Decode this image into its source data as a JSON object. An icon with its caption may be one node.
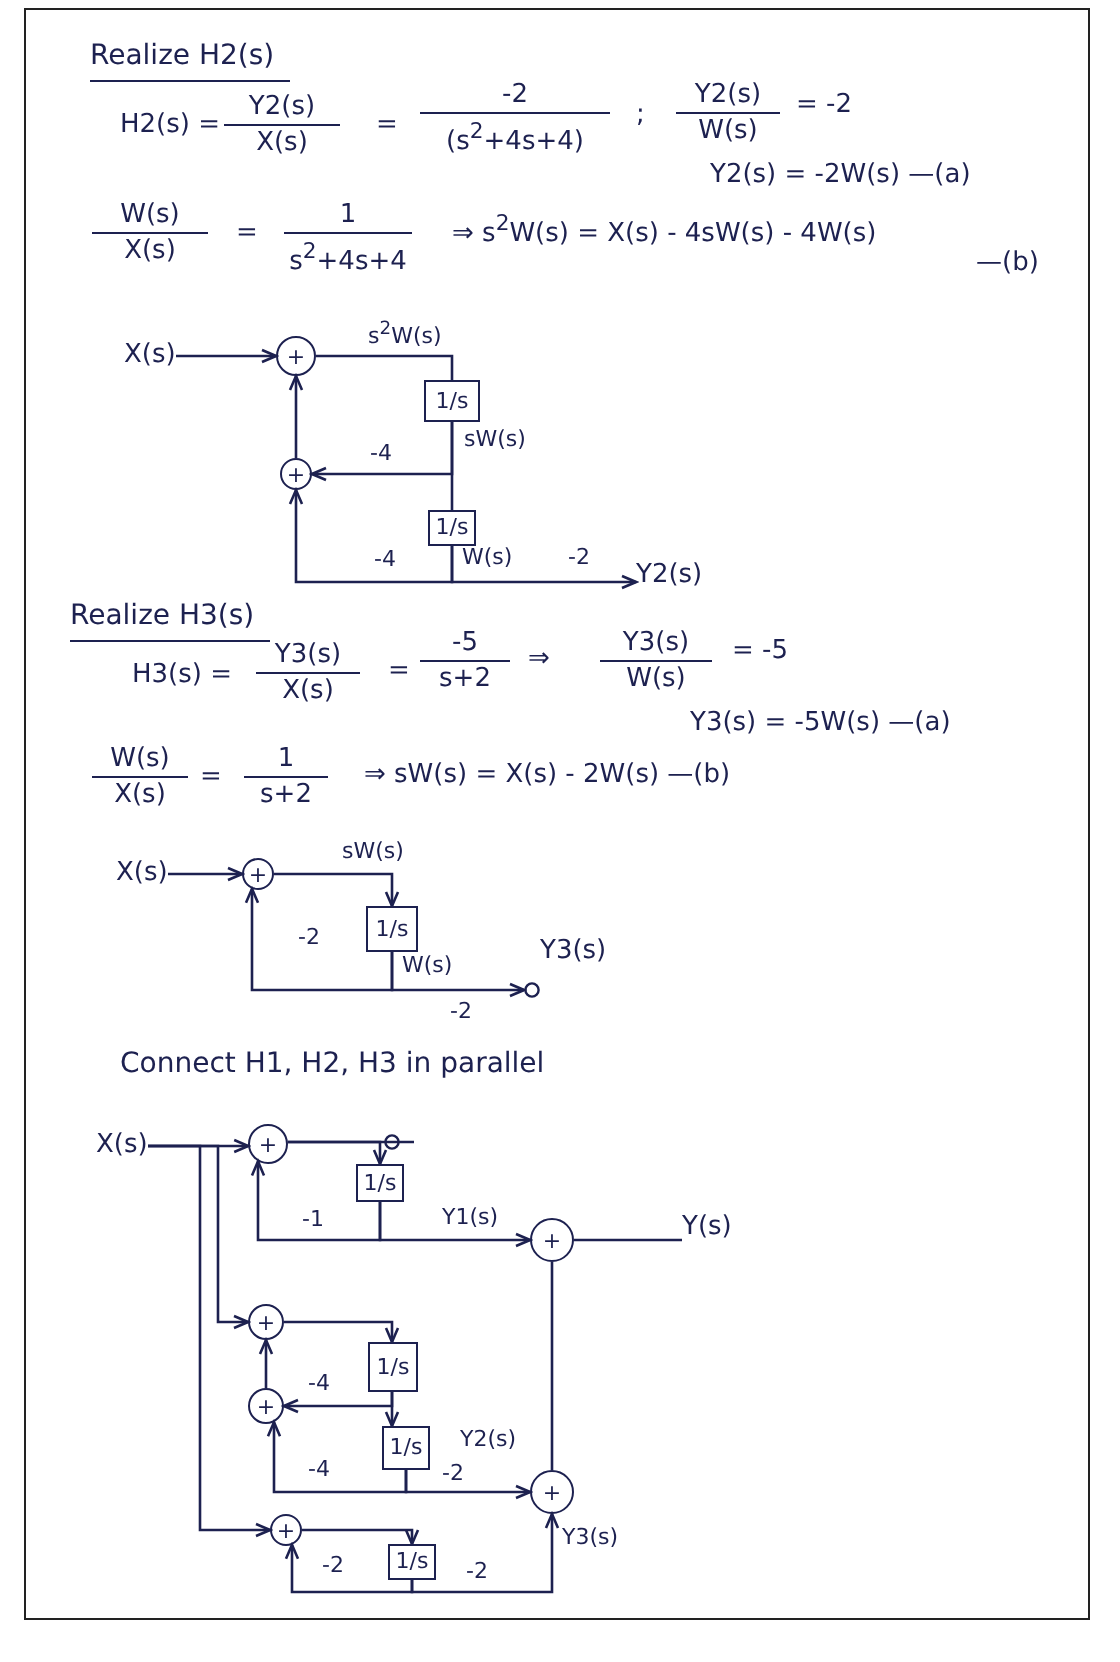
{
  "diagram": {
    "nodes": [
      {
        "text": [
          "X(s)"
        ]
      },
      {
        "text": [
          "+"
        ]
      },
      {
        "text": [
          "1/s"
        ]
      },
      {
        "text": [
          "+"
        ]
      },
      {
        "text": [
          "1/s"
        ]
      },
      {
        "text": [
          "Y2(s)"
        ]
      },
      {
        "text": [
          "X(s)"
        ]
      },
      {
        "text": [
          "+"
        ]
      },
      {
        "text": [
          "1/s"
        ]
      },
      {
        "text": [
          "Y3(s)"
        ]
      },
      {
        "text": [
          "X(s)"
        ]
      },
      {
        "text": [
          "+"
        ]
      },
      {
        "text": [
          "1/s"
        ]
      },
      {
        "text": [
          "+"
        ]
      },
      {
        "text": [
          "Y(s)"
        ]
      },
      {
        "text": [
          "+"
        ]
      },
      {
        "text": [
          "1/s"
        ]
      },
      {
        "text": [
          "+"
        ]
      },
      {
        "text": [
          "1/s"
        ]
      },
      {
        "text": [
          "+"
        ]
      },
      {
        "text": [
          "+"
        ]
      },
      {
        "text": [
          "1/s"
        ]
      }
    ],
    "edges": [
      {
        "from": 0,
        "to": 1,
        "arrow": "to"
      },
      {
        "from": 1,
        "to": 2,
        "arrow": "none",
        "label": "s$^{2}$W(s)"
      },
      {
        "from": 2,
        "to": 4,
        "arrow": "none",
        "label": "sW(s)"
      },
      {
        "from": 2,
        "to": 3,
        "arrow": "to",
        "label": "-4"
      },
      {
        "from": 4,
        "to": 3,
        "arrow": "to",
        "label": "-4"
      },
      {
        "from": 3,
        "to": 1,
        "arrow": "to"
      },
      {
        "from": 4,
        "to": 5,
        "arrow": "to",
        "label": "-2"
      },
      {
        "from": 6,
        "to": 7,
        "arrow": "to"
      },
      {
        "from": 7,
        "to": 8,
        "arrow": "to",
        "label": "sW(s)"
      },
      {
        "from": 8,
        "to": 7,
        "arrow": "to",
        "label": "-2"
      },
      {
        "from": 8,
        "to": 9,
        "arrow": "to",
        "label": "-2"
      },
      {
        "from": 10,
        "to": 11,
        "arrow": "to"
      },
      {
        "from": 10,
        "to": 15,
        "arrow": "to"
      },
      {
        "from": 10,
        "to": 20,
        "arrow": "to"
      },
      {
        "from": 11,
        "to": 12,
        "arrow": "to"
      },
      {
        "from": 11,
        "to": null,
        "arrow": "none"
      },
      {
        "from": 12,
        "to": 11,
        "arrow": "to",
        "label": "-1"
      },
      {
        "from": 12,
        "to": 13,
        "arrow": "to",
        "label": "Y1(s)"
      },
      {
        "from": 13,
        "to": 14,
        "arrow": "none"
      },
      {
        "from": 15,
        "to": 16,
        "arrow": "to"
      },
      {
        "from": 16,
        "to": 17,
        "arrow": "to",
        "label": "-4"
      },
      {
        "from": 17,
        "to": 15,
        "arrow": "to"
      },
      {
        "from": 16,
        "to": 18,
        "arrow": "to"
      },
      {
        "from": 18,
        "to": 17,
        "arrow": "to",
        "label": "-4"
      },
      {
        "from": 18,
        "to": 19,
        "arrow": "to",
        "label": "-2"
      },
      {
        "from": 19,
        "to": 13,
        "arrow": "none"
      },
      {
        "from": 20,
        "to": 21,
        "arrow": "to"
      },
      {
        "from": 21,
        "to": 20,
        "arrow": "to",
        "label": "-2"
      },
      {
        "from": 21,
        "to": 19,
        "arrow": "to",
        "label": "-2"
      }
    ],
    "labels": [
      "Realize H2(s)",
      "H2(s) =",
      "Y2(s)",
      "X(s)",
      "=",
      "-2",
      "(s$^{2}$+4s+4)",
      ";",
      "Y2(s)",
      "W(s)",
      "= -2",
      "Y2(s) = -2W(s) —(a)",
      "W(s)",
      "X(s)",
      "=",
      "1",
      "s$^{2}$+4s+4",
      "⇒ s$^{2}$W(s) = X(s) - 4sW(s) - 4W(s)",
      "—(b)",
      "W(s)",
      "Realize H3(s)",
      "H3(s) =",
      "Y3(s)",
      "X(s)",
      "=",
      "-5",
      "s+2",
      "⇒",
      "Y3(s)",
      "W(s)",
      "= -5",
      "Y3(s) = -5W(s) —(a)",
      "W(s)",
      "X(s)",
      "=",
      "1",
      "s+2",
      "⇒ sW(s) = X(s) - 2W(s) —(b)",
      "W(s)",
      "Connect H1, H2, H3 in parallel",
      "Y2(s)",
      "Y3(s)"
    ]
  }
}
